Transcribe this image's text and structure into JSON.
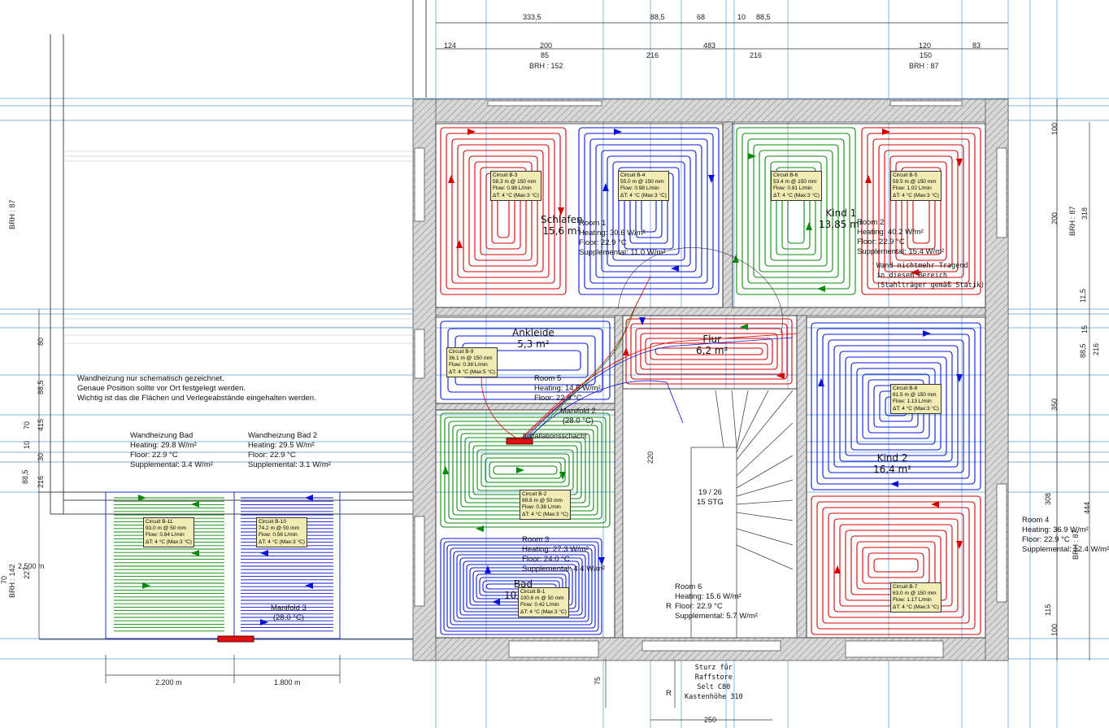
{
  "top_dims_row1": [
    "333,5",
    "88,5",
    "68",
    "10",
    "88,5"
  ],
  "top_dims_row2": [
    "124",
    "200",
    "216",
    "483",
    "216",
    "120",
    "83"
  ],
  "top_dims_row3": [
    "85",
    "150"
  ],
  "brh_top": [
    "BRH : 152",
    "BRH : 87"
  ],
  "left_vertical_labels": [
    "BRH : 87",
    "80",
    "88,5",
    "415",
    "70",
    "10",
    "30",
    "216",
    "88,5",
    "BRH : 142",
    "2,500 m",
    "227",
    "70"
  ],
  "right_vertical_labels": [
    "100",
    "200",
    "318",
    "BRH : 87",
    "11,5",
    "15",
    "88,5",
    "216",
    "350",
    "308",
    "444",
    "115",
    "100",
    "BRH : 87"
  ],
  "wall_note": [
    "Wandheizung nur schematisch gezeichnet.",
    "Genaue Position sollte vor Ort festgelegt werden.",
    "Wichtig ist das die Flächen und Verlegeabstände eingehalten werden."
  ],
  "rooms": {
    "schlafen": {
      "name": "Schlafen",
      "area": "15,6 m²"
    },
    "kind1": {
      "name": "Kind 1",
      "area": "13,85 m²"
    },
    "ankleide": {
      "name": "Ankleide",
      "area": "5,3 m²"
    },
    "flur": {
      "name": "Flur",
      "area": "6,2 m²"
    },
    "kind2": {
      "name": "Kind 2",
      "area": "16,4 m²"
    },
    "bad": {
      "name": "Bad",
      "area": "10,1 m²"
    }
  },
  "room_stats": {
    "room1": [
      "Room 1",
      "Heating: 30.6 W/m²",
      "Floor: 22.9 °C",
      "Supplemental: 11.0 W/m²"
    ],
    "room2": [
      "Room 2",
      "Heating: 40.2 W/m²",
      "Floor: 22.9 °C",
      "Supplemental: 15.4 W/m²"
    ],
    "room5": [
      "Room 5",
      "Heating: 14.5 W/m²",
      "Floor: 22.9 °C"
    ],
    "room3": [
      "Room 3",
      "Heating: 27.3 W/m²",
      "Floor: 24.0 °C",
      "Supplemental: 4.4 W/m²"
    ],
    "room6": [
      "Room 6",
      "Heating: 15.6 W/m²",
      "Floor: 22.9 °C",
      "Supplemental: 5.7 W/m²"
    ],
    "room4": [
      "Room 4",
      "Heating: 36.9 W/m²",
      "Floor: 22.9 °C",
      "Supplemental: 12.4 W/m²"
    ],
    "wh_bad": [
      "Wandheizung Bad",
      "Heating: 29.8 W/m²",
      "Floor: 22.9 °C",
      "Supplemental: 3.4 W/m²"
    ],
    "wh_bad2": [
      "Wandheizung Bad 2",
      "Heating: 29.5 W/m²",
      "Floor: 22.9 °C",
      "Supplemental: 3.1 W/m²"
    ]
  },
  "circuits": {
    "b3": [
      "Circuit B-3",
      "58.3 m @ 150 mm",
      "Flow: 0.98 L/min",
      "ΔT: 4 °C (Max:3 °C)"
    ],
    "b4": [
      "Circuit B-4",
      "55.0 m @ 150 mm",
      "Flow: 0.98 L/min",
      "ΔT: 4 °C (Max:3 °C)"
    ],
    "b6": [
      "Circuit B-6",
      "53.4 m @ 150 mm",
      "Flow: 0.91 L/min",
      "ΔT: 4 °C (Max:3 °C)"
    ],
    "b5": [
      "Circuit B-5",
      "59.5 m @ 150 mm",
      "Flow: 1.02 L/min",
      "ΔT: 4 °C (Max:3 °C)"
    ],
    "b9": [
      "Circuit B-9",
      "36.1 m @ 150 mm",
      "Flow: 0.38 L/min",
      "ΔT: 4 °C (Max:5 °C)"
    ],
    "b8": [
      "Circuit B-8",
      "61.5 m @ 150 mm",
      "Flow: 1.13 L/min",
      "ΔT: 4 °C (Max:3 °C)"
    ],
    "b2": [
      "Circuit B-2",
      "89.8 m @ 50 mm",
      "Flow: 0.38 L/min",
      "ΔT: 4 °C (Max:3 °C)"
    ],
    "b1": [
      "Circuit B-1",
      "100.6 m @ 50 mm",
      "Flow: 0.42 L/min",
      "ΔT: 4 °C (Max:3 °C)"
    ],
    "b7": [
      "Circuit B-7",
      "63.0 m @ 150 mm",
      "Flow: 1.17 L/min",
      "ΔT: 4 °C (Max:3 °C)"
    ],
    "b11": [
      "Circuit B-11",
      "93.0 m @ 50 mm",
      "Flow: 0.84 L/min",
      "ΔT: 4 °C (Max:3 °C)"
    ],
    "b10": [
      "Circuit B-10",
      "74.2 m @ 50 mm",
      "Flow: 0.56 L/min",
      "ΔT: 4 °C (Max:3 °C)"
    ]
  },
  "manifolds": {
    "m2": [
      "Manifold 2",
      "(28.0 °C)"
    ],
    "m3": [
      "Manifold 3",
      "(28.0 °C)"
    ]
  },
  "installationsschacht": "Installationsschacht",
  "stair": [
    "19 / 26",
    "15 STG"
  ],
  "stair_dim": "220",
  "statik_note": [
    "Wand nichtmehr Tragend",
    "in diesem Bereich",
    "(Stahlträger gemäß Statik)"
  ],
  "sturz_note": [
    "Sturz für",
    "Raffstore",
    "Selt C80",
    "Kastenhöhe 310"
  ],
  "r_marks": [
    "R",
    "R"
  ],
  "bottom_dims": [
    "2.200 m",
    "1.800 m",
    "75",
    "250"
  ],
  "colors": {
    "supply": "#d40000",
    "return": "#0a14d8",
    "green": "#0a8a0a",
    "guide": "#2a7fd4",
    "wall": "#9a9a9a",
    "label": "#f1ecb4"
  }
}
